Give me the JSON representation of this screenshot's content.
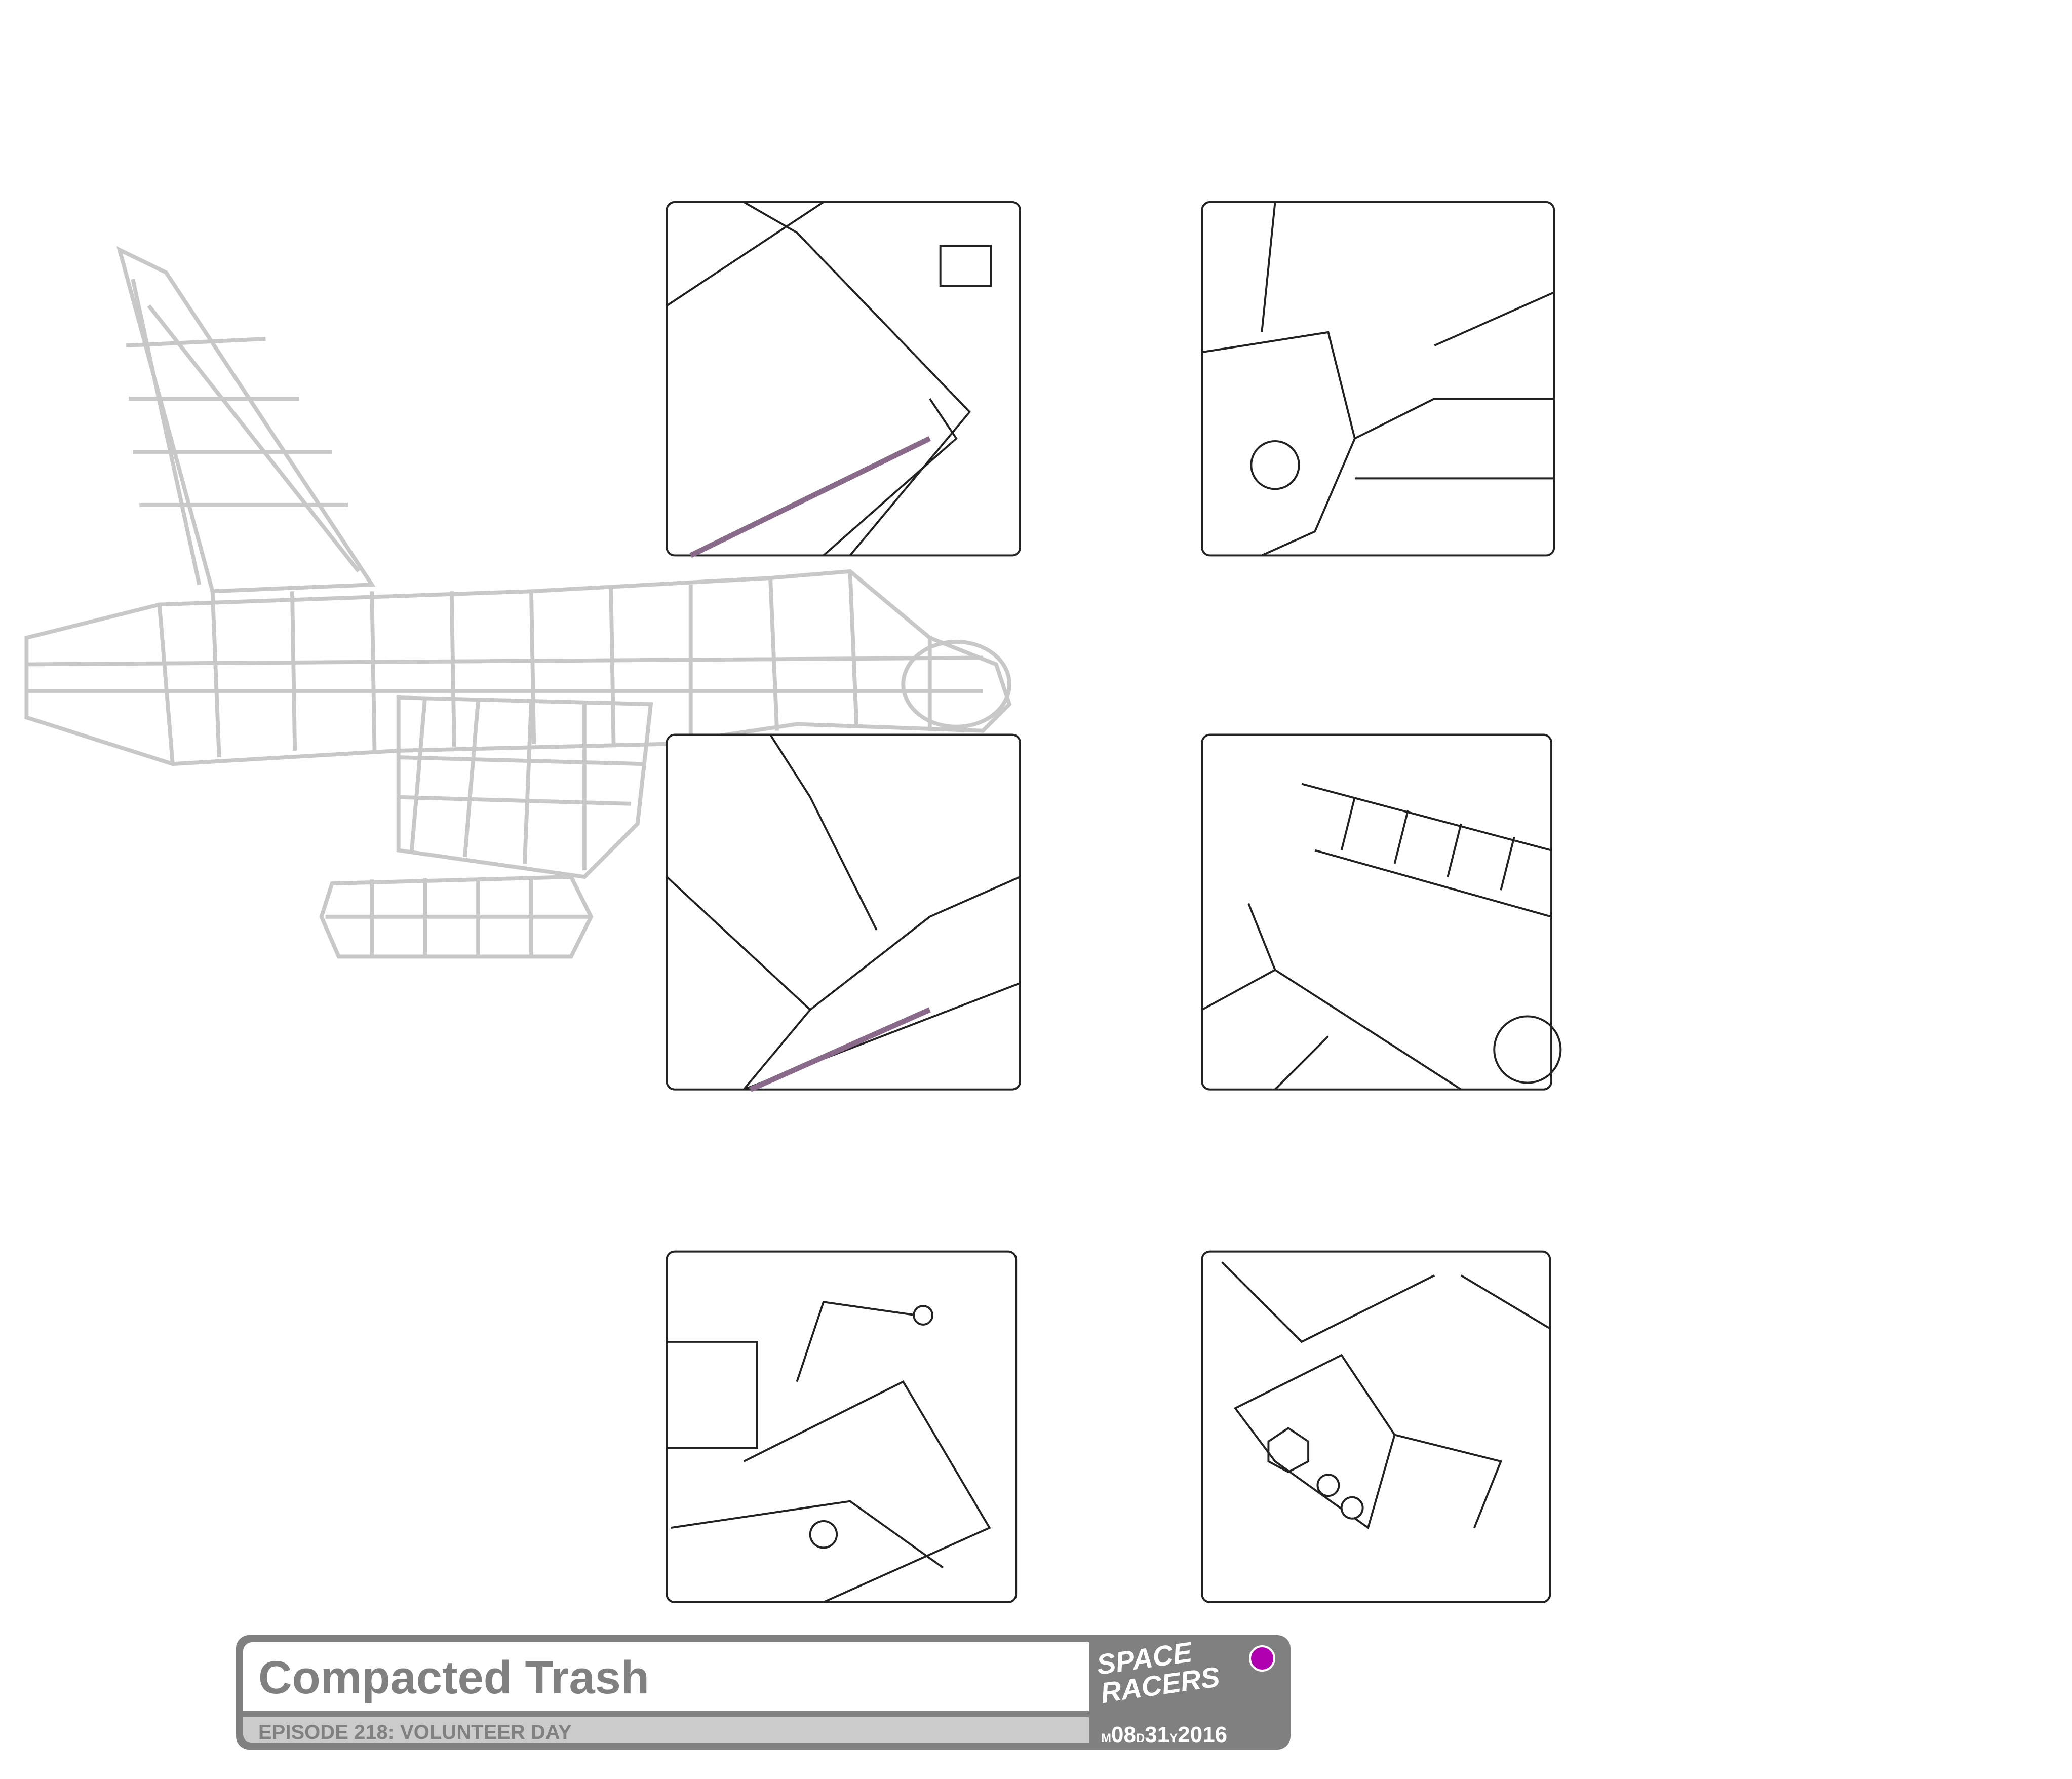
{
  "title_block": {
    "title": "Compacted Trash",
    "subtitle": "EPISODE 218: VOLUNTEER DAY",
    "logo_text": "SPACE RACERS",
    "date": {
      "m_label": "M",
      "month": "08",
      "d_label": "D",
      "day": "31",
      "y_label": "Y",
      "year": "2016"
    }
  },
  "colors": {
    "accent": "#b000b0",
    "frame": "#808080",
    "tile_shade": "#8a6a8a",
    "wireframe": "#c8c8c8"
  }
}
